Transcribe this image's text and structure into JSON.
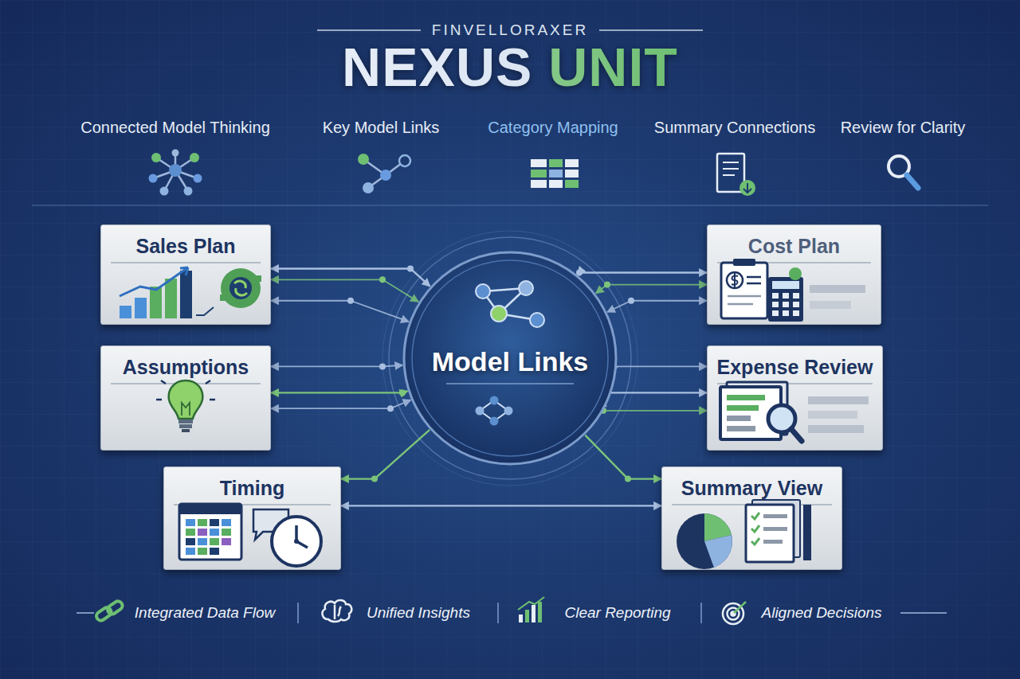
{
  "diagram": {
    "title": "NEXUS UNIT",
    "nodes": [
      {
        "text": [
          "Sales Plan"
        ]
      },
      {
        "text": [
          "Cost Plan"
        ]
      },
      {
        "text": [
          "Assumptions"
        ]
      },
      {
        "text": [
          "Model Links"
        ]
      },
      {
        "text": [
          "Expense Review"
        ]
      },
      {
        "text": [
          "Timing"
        ]
      },
      {
        "text": [
          "Summary View"
        ]
      }
    ],
    "edges": [
      {
        "from": 3,
        "to": 0,
        "arrow": "both"
      },
      {
        "from": 3,
        "to": 1,
        "arrow": "both"
      },
      {
        "from": 3,
        "to": 2,
        "arrow": "both"
      },
      {
        "from": 3,
        "to": 4,
        "arrow": "both"
      },
      {
        "from": 3,
        "to": 5,
        "arrow": "to"
      },
      {
        "from": 3,
        "to": 6,
        "arrow": "to"
      },
      {
        "from": 5,
        "to": 6,
        "arrow": "both"
      }
    ],
    "labels": [
      "FINVELLORAXER",
      "Connected Model Thinking",
      "Key Model Links",
      "Category Mapping",
      "Summary Connections",
      "Review for Clarity",
      "Integrated Data Flow",
      "Unified Insights",
      "Clear Reporting",
      "Aligned Decisions"
    ]
  }
}
